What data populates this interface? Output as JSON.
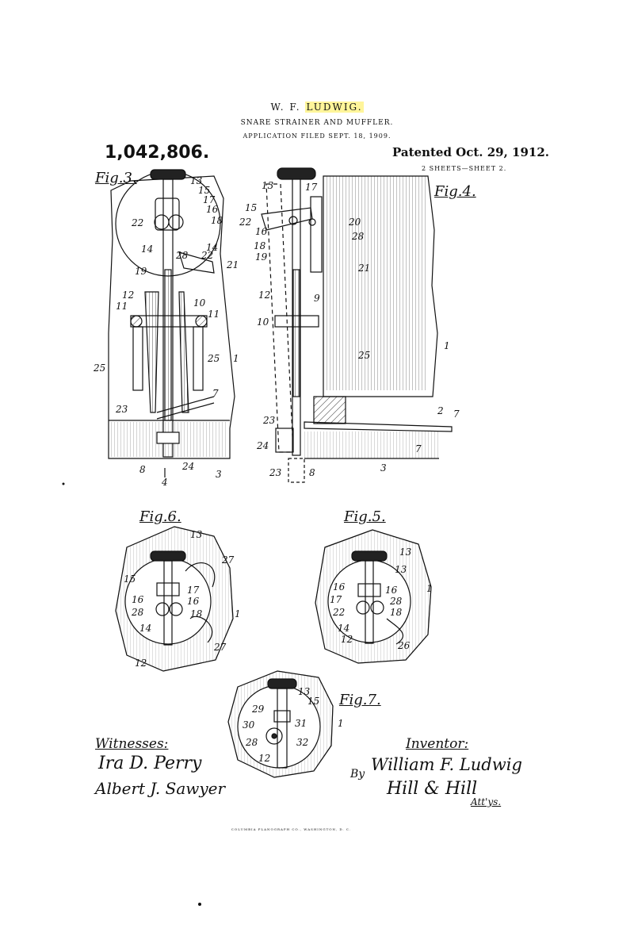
{
  "header": {
    "inventor_prefix": "W. F.",
    "inventor_surname": "LUDWIG.",
    "title": "SNARE STRAINER AND MUFFLER.",
    "application": "APPLICATION FILED SEPT. 18, 1909.",
    "patent_number": "1,042,806.",
    "patented": "Patented Oct. 29, 1912.",
    "sheets": "2 SHEETS—SHEET 2."
  },
  "figures": {
    "fig3": "Fig.3.",
    "fig4": "Fig.4.",
    "fig5": "Fig.5.",
    "fig6": "Fig.6.",
    "fig7": "Fig.7."
  },
  "witnesses": {
    "label": "Witnesses:",
    "signature_1": "Ira D. Perry",
    "signature_2": "Albert J. Sawyer"
  },
  "inventor": {
    "label": "Inventor:",
    "by": "By",
    "signature": "William F. Ludwig",
    "attorneys": "Hill & Hill",
    "attys_label": "Att'ys."
  },
  "footer": "COLUMBIA PLANOGRAPH CO., WASHINGTON, D. C.",
  "highlight_color": "#fff59a"
}
